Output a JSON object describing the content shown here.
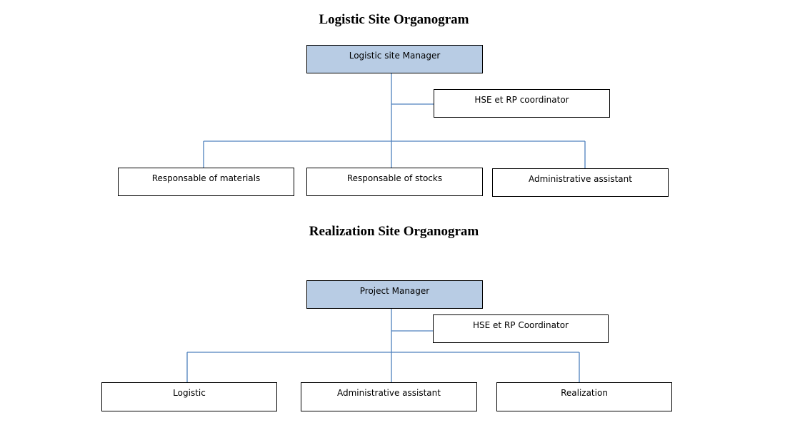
{
  "colors": {
    "head_fill": "#b8cce4",
    "connector": "#4f81bd",
    "border": "#000000"
  },
  "logistic_chart": {
    "title": "Logistic Site Organogram",
    "head": "Logistic site Manager",
    "staff": "HSE et RP coordinator",
    "subordinates": [
      "Responsable of materials",
      "Responsable of stocks",
      "Administrative assistant"
    ]
  },
  "realization_chart": {
    "title": "Realization Site Organogram",
    "head": "Project Manager",
    "staff": "HSE et RP Coordinator",
    "subordinates": [
      "Logistic",
      "Administrative assistant",
      "Realization"
    ]
  }
}
